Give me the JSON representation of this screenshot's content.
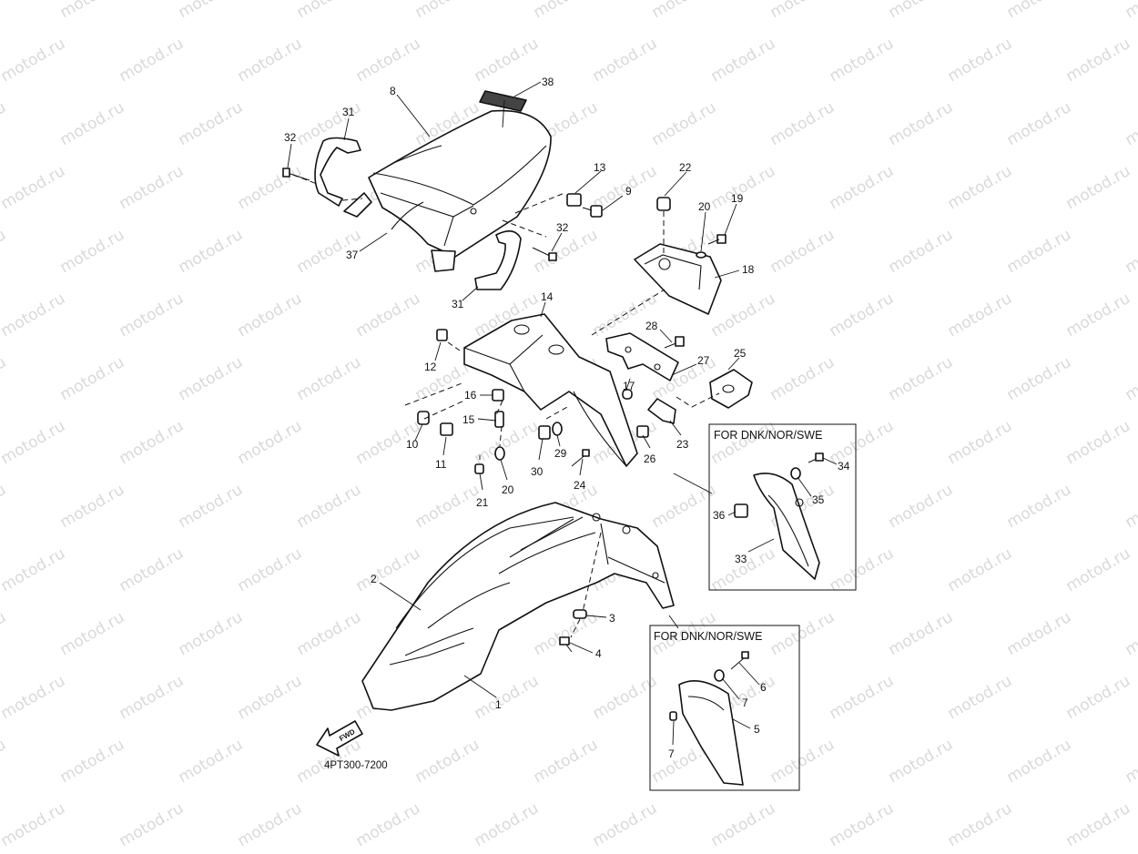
{
  "watermark": "motod.ru",
  "diagram_code": "4PT300-7200",
  "fwd_label": "FWD",
  "inset_title": "FOR DNK/NOR/SWE",
  "callouts": {
    "c1": "1",
    "c2": "2",
    "c3": "3",
    "c4": "4",
    "c5": "5",
    "c6": "6",
    "c7a": "7",
    "c7b": "7",
    "c8": "8",
    "c9": "9",
    "c10": "10",
    "c11": "11",
    "c12": "12",
    "c13": "13",
    "c14": "14",
    "c15": "15",
    "c16": "16",
    "c17": "17",
    "c18": "18",
    "c19": "19",
    "c20a": "20",
    "c20b": "20",
    "c21": "21",
    "c22": "22",
    "c23": "23",
    "c24": "24",
    "c25": "25",
    "c26": "26",
    "c27": "27",
    "c28": "28",
    "c29": "29",
    "c30": "30",
    "c31a": "31",
    "c31b": "31",
    "c32a": "32",
    "c32b": "32",
    "c33": "33",
    "c34": "34",
    "c35": "35",
    "c36": "36",
    "c37": "37",
    "c38": "38"
  }
}
